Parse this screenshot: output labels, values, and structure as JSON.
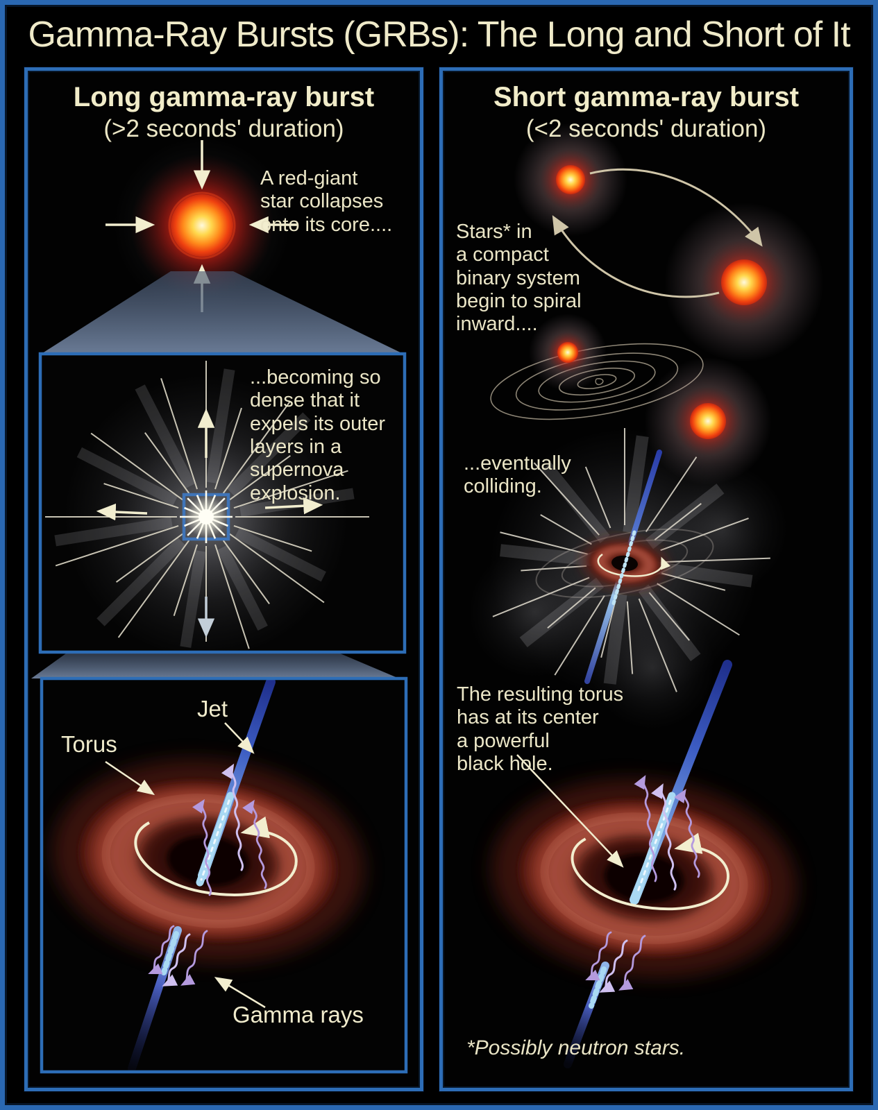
{
  "title": "Gamma-Ray Bursts (GRBs): The Long and Short of It",
  "left_panel": {
    "heading": "Long gamma-ray burst",
    "subheading": "(>2 seconds' duration)",
    "caption_collapse": "A red-giant\nstar collapses\nonto its core....",
    "caption_supernova": "...becoming so\ndense that it\nexpels its outer\nlayers in a\nsupernova\nexplosion.",
    "label_jet": "Jet",
    "label_torus": "Torus",
    "label_gamma_rays": "Gamma rays"
  },
  "right_panel": {
    "heading": "Short gamma-ray burst",
    "subheading": "(<2 seconds' duration)",
    "caption_binary": "Stars* in\na compact\nbinary system\nbegin to spiral\ninward....",
    "caption_colliding": "...eventually\ncolliding.",
    "caption_torus": "The resulting torus\nhas at its center\na powerful\nblack hole.",
    "footnote": "*Possibly neutron stars."
  },
  "colors": {
    "frame_blue": "#2d6db6",
    "text_cream": "#ece7c8",
    "torus_red": "#9c4434",
    "jet_blue": "#3c5cc2",
    "jet_core_blue": "#a9daf4",
    "gamma_purple": "#b49ade",
    "orbit_arrow_tan": "#cfc5a8",
    "star_orange": "#ff8b1c",
    "cone_slate": "#5d7189"
  }
}
